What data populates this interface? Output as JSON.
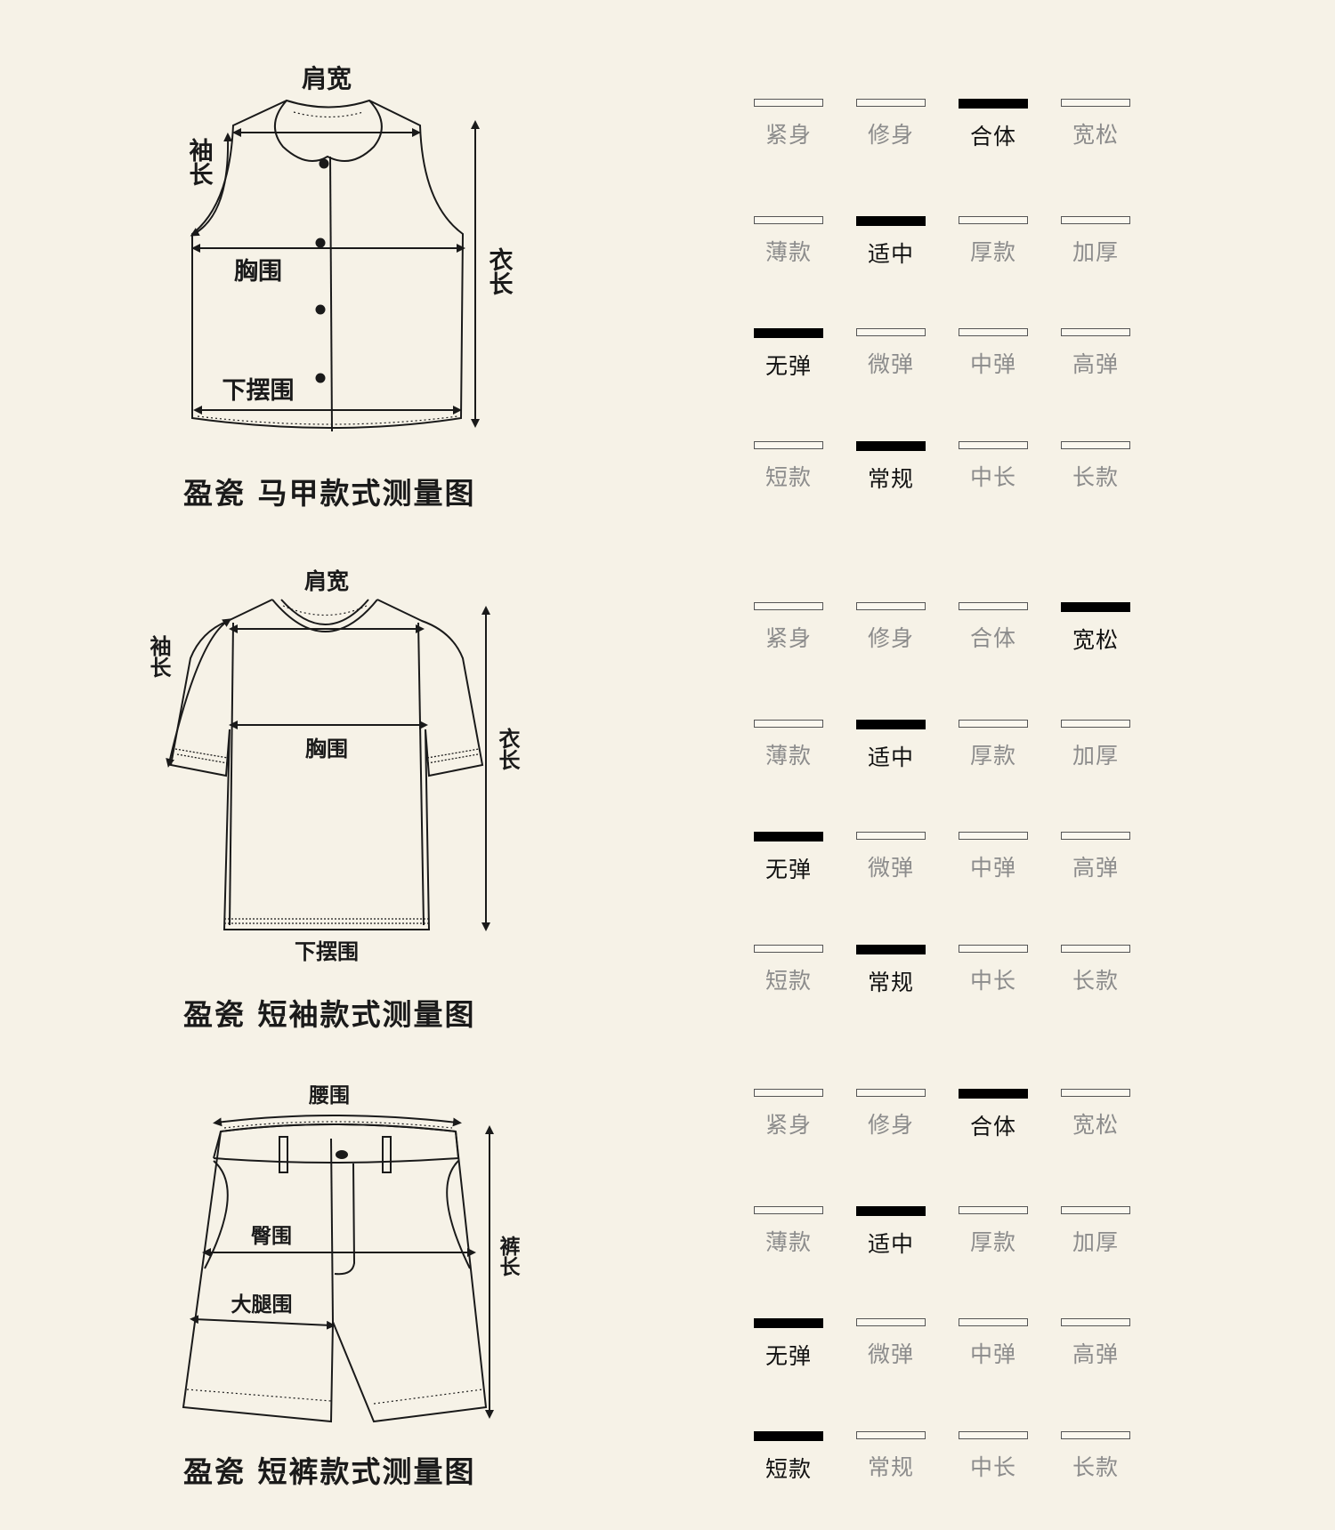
{
  "vest": {
    "caption": "盈瓷 马甲款式测量图",
    "labels": {
      "shoulder": "肩宽",
      "sleeve": "袖长",
      "chest": "胸围",
      "hem": "下摆围",
      "length": "衣长"
    },
    "rows": [
      {
        "options": [
          "紧身",
          "修身",
          "合体",
          "宽松"
        ],
        "selected": 2
      },
      {
        "options": [
          "薄款",
          "适中",
          "厚款",
          "加厚"
        ],
        "selected": 1
      },
      {
        "options": [
          "无弹",
          "微弹",
          "中弹",
          "高弹"
        ],
        "selected": 0
      },
      {
        "options": [
          "短款",
          "常规",
          "中长",
          "长款"
        ],
        "selected": 1
      }
    ]
  },
  "tee": {
    "caption": "盈瓷 短袖款式测量图",
    "labels": {
      "shoulder": "肩宽",
      "sleeve": "袖长",
      "chest": "胸围",
      "hem": "下摆围",
      "length": "衣长"
    },
    "rows": [
      {
        "options": [
          "紧身",
          "修身",
          "合体",
          "宽松"
        ],
        "selected": 3
      },
      {
        "options": [
          "薄款",
          "适中",
          "厚款",
          "加厚"
        ],
        "selected": 1
      },
      {
        "options": [
          "无弹",
          "微弹",
          "中弹",
          "高弹"
        ],
        "selected": 0
      },
      {
        "options": [
          "短款",
          "常规",
          "中长",
          "长款"
        ],
        "selected": 1
      }
    ]
  },
  "shorts": {
    "caption": "盈瓷 短裤款式测量图",
    "labels": {
      "waist": "腰围",
      "hip": "臀围",
      "thigh": "大腿围",
      "length": "裤长"
    },
    "rows": [
      {
        "options": [
          "紧身",
          "修身",
          "合体",
          "宽松"
        ],
        "selected": 2
      },
      {
        "options": [
          "薄款",
          "适中",
          "厚款",
          "加厚"
        ],
        "selected": 1
      },
      {
        "options": [
          "无弹",
          "微弹",
          "中弹",
          "高弹"
        ],
        "selected": 0
      },
      {
        "options": [
          "短款",
          "常规",
          "中长",
          "长款"
        ],
        "selected": 0
      }
    ]
  }
}
